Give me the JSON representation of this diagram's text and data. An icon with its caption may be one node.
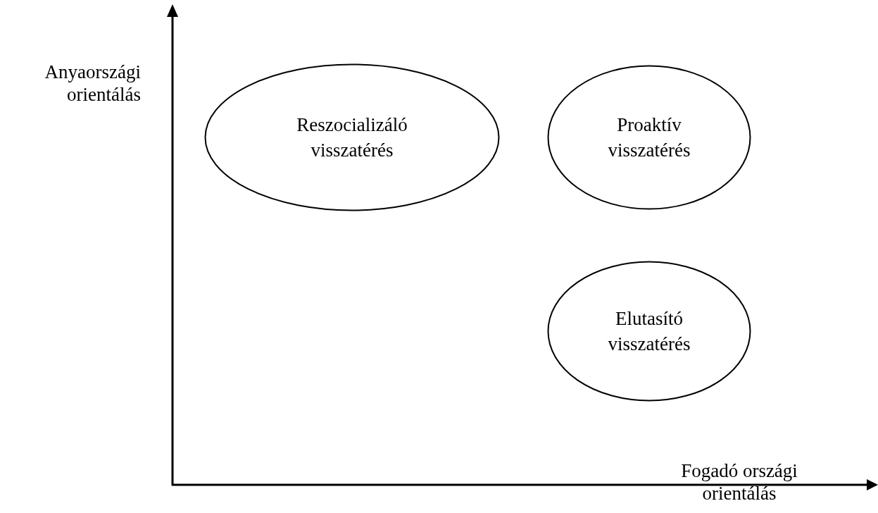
{
  "diagram": {
    "nodes": [
      {
        "text": [
          "Reszocializáló visszatérés"
        ]
      },
      {
        "text": [
          "Proaktív visszatérés"
        ]
      },
      {
        "text": [
          "Elutasító visszatérés"
        ]
      }
    ],
    "labels": [
      "Anyaországi orientálás",
      "Fogadó országi orientálás"
    ]
  }
}
